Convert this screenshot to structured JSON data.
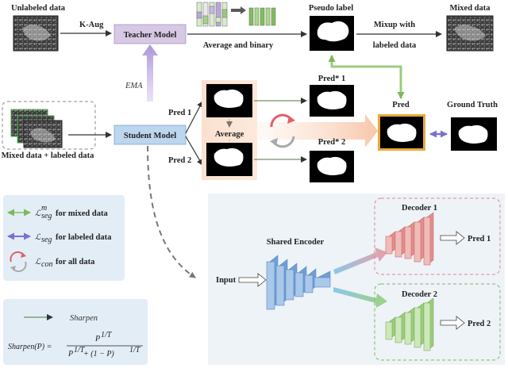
{
  "top": {
    "unlabeled_label": "Unlabeled data",
    "kaug_label": "K-Aug",
    "teacher_label": "Teacher Model",
    "avg_binary_label": "Average and binary",
    "pseudo_label": "Pseudo label",
    "mixup_line1": "Mixup with",
    "mixup_line2": "labeled data",
    "mixed_label": "Mixed data"
  },
  "middle": {
    "ema_label": "EMA",
    "student_label": "Student Model",
    "mixed_plus_labeled": "Mixed data + labeled data",
    "pred1_label": "Pred 1",
    "pred2_label": "Pred 2",
    "average_label": "Average",
    "pred_star1_label": "Pred* 1",
    "pred_star2_label": "Pred* 2",
    "pred_label": "Pred",
    "gt_label": "Ground Truth"
  },
  "legend": {
    "seg_m_text": "for mixed data",
    "seg_text": "for labeled data",
    "con_text": "for all data",
    "seg_sym": "ℒ",
    "seg_sub": "seg",
    "seg_sup": "m",
    "con_sub": "con"
  },
  "sharpen": {
    "arrow_label": "Sharpen",
    "lhs": "Sharpen(P) =",
    "numerator": "P",
    "numerator_exp": "1/T",
    "den_a": "P",
    "den_a_exp": "1/T",
    "den_b": " + (1 − P)",
    "den_b_exp": "1/T"
  },
  "network": {
    "input_label": "Input",
    "encoder_label": "Shared Encoder",
    "decoder1_label": "Decoder 1",
    "decoder2_label": "Decoder 2",
    "out1_label": "Pred 1",
    "out2_label": "Pred 2"
  },
  "colors": {
    "green_arrow": "#9ccc7f",
    "purple_arrow": "#8f86d6",
    "teacher_box": "#d7c8e4",
    "student_box": "#bcd6ee",
    "legend_bg": "#e3edf6",
    "network_bg": "#eef3f8",
    "encoder_blue": "#8fb6e0",
    "decoder_red": "#e8a8a4",
    "decoder_green": "#b6d99a"
  }
}
